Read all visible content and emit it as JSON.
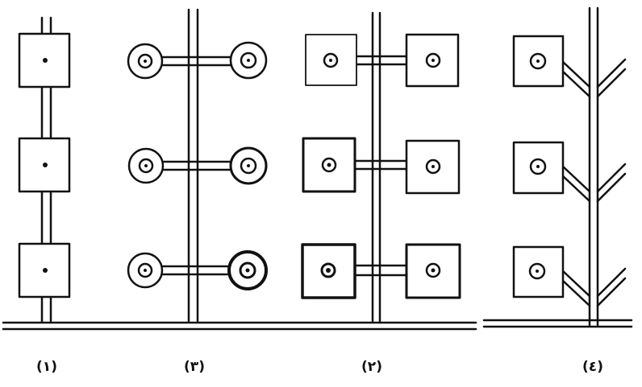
{
  "figure": {
    "panels": [
      {
        "id": "panel-1",
        "label": "(١)",
        "style": "squares-on-trunk",
        "cells": 3
      },
      {
        "id": "panel-3",
        "label": "(٣)",
        "style": "ringed-circles-paired",
        "cells": 6
      },
      {
        "id": "panel-2",
        "label": "(٢)",
        "style": "squares-paired-double-trunk",
        "cells": 6
      },
      {
        "id": "panel-4",
        "label": "(٤)",
        "style": "squares-on-branching-trunk",
        "cells": 3
      }
    ],
    "colors": {
      "ink": "#111111",
      "paper": "#ffffff"
    }
  }
}
